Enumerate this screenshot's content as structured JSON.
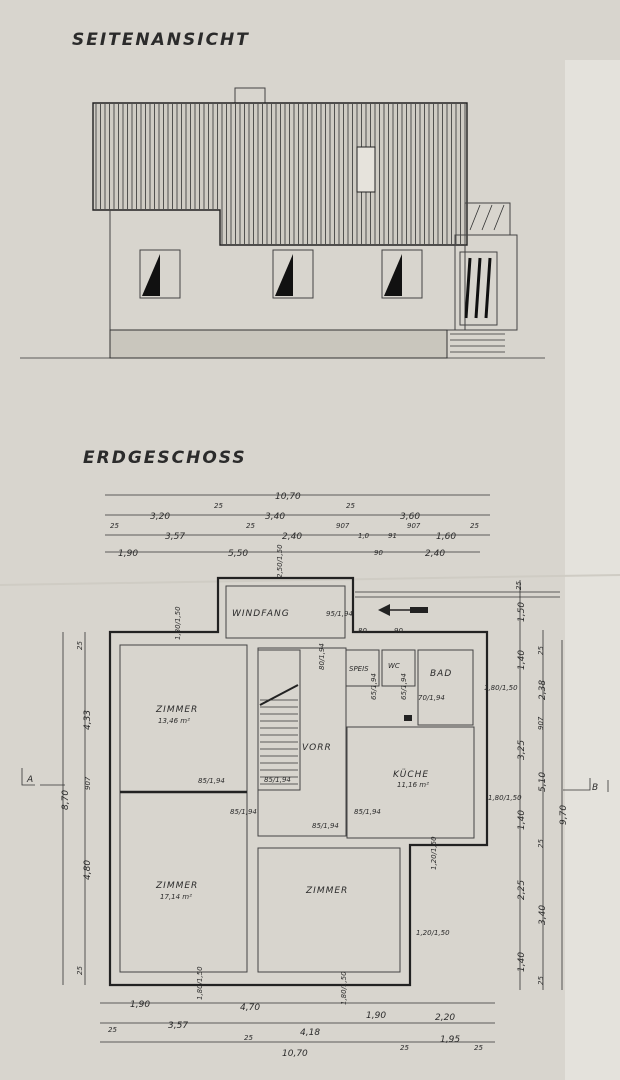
{
  "elevation": {
    "title": "SEITENANSICHT"
  },
  "plan": {
    "title": "ERDGESCHOSS",
    "rooms": {
      "windfang": "WINDFANG",
      "speis": "SPEIS",
      "wc": "WC",
      "bad": "BAD",
      "zimmer_top": "ZIMMER",
      "zimmer_top_area": "13,46 m²",
      "vorr": "VORR",
      "kueche": "KÜCHE",
      "kueche_area": "11,16 m²",
      "zimmer_left": "ZIMMER",
      "zimmer_left_area": "17,14 m²",
      "zimmer_bottom": "ZIMMER"
    },
    "section_marks": {
      "a": "A",
      "b": "B"
    },
    "openings": [
      "95/1,94",
      "2,50/1,50",
      "80",
      "90",
      "70/1,94",
      "1,80/1,50",
      "1,80/1,50",
      "85/1,94",
      "85/1,94",
      "85/1,94",
      "85/1,94",
      "85/1,94",
      "1,80/1,50",
      "1,20/1,50",
      "1,20/1,50",
      "1,80/1,50",
      "1,80/1,50",
      "65/1,94",
      "65/1,94",
      "80/1,94"
    ],
    "top_dims": {
      "row1": [
        "10,70"
      ],
      "row2": [
        "3,20",
        "25",
        "3,40",
        "25",
        "3,60"
      ],
      "row3": [
        "25",
        "3,57",
        "25",
        "2,40",
        "907",
        "1,0",
        "91",
        "907",
        "1,60",
        "25"
      ],
      "row4": [
        "1,90",
        "5,50",
        "90",
        "2,40"
      ]
    },
    "bottom_dims": {
      "row1": [
        "1,90",
        "4,70",
        "1,90",
        "2,20"
      ],
      "row2": [
        "25",
        "3,57",
        "25",
        "4,18",
        "25",
        "1,95",
        "25"
      ],
      "row3": [
        "10,70"
      ]
    },
    "left_dims": [
      "25",
      "4,33",
      "907",
      "8,70",
      "4,80",
      "25"
    ],
    "right_dims": [
      "25",
      "1,50",
      "1,40",
      "25",
      "2,38",
      "3,25",
      "907",
      "5,10",
      "9,70",
      "1,40",
      "25",
      "2,25",
      "3,40",
      "1,40",
      "25"
    ]
  }
}
